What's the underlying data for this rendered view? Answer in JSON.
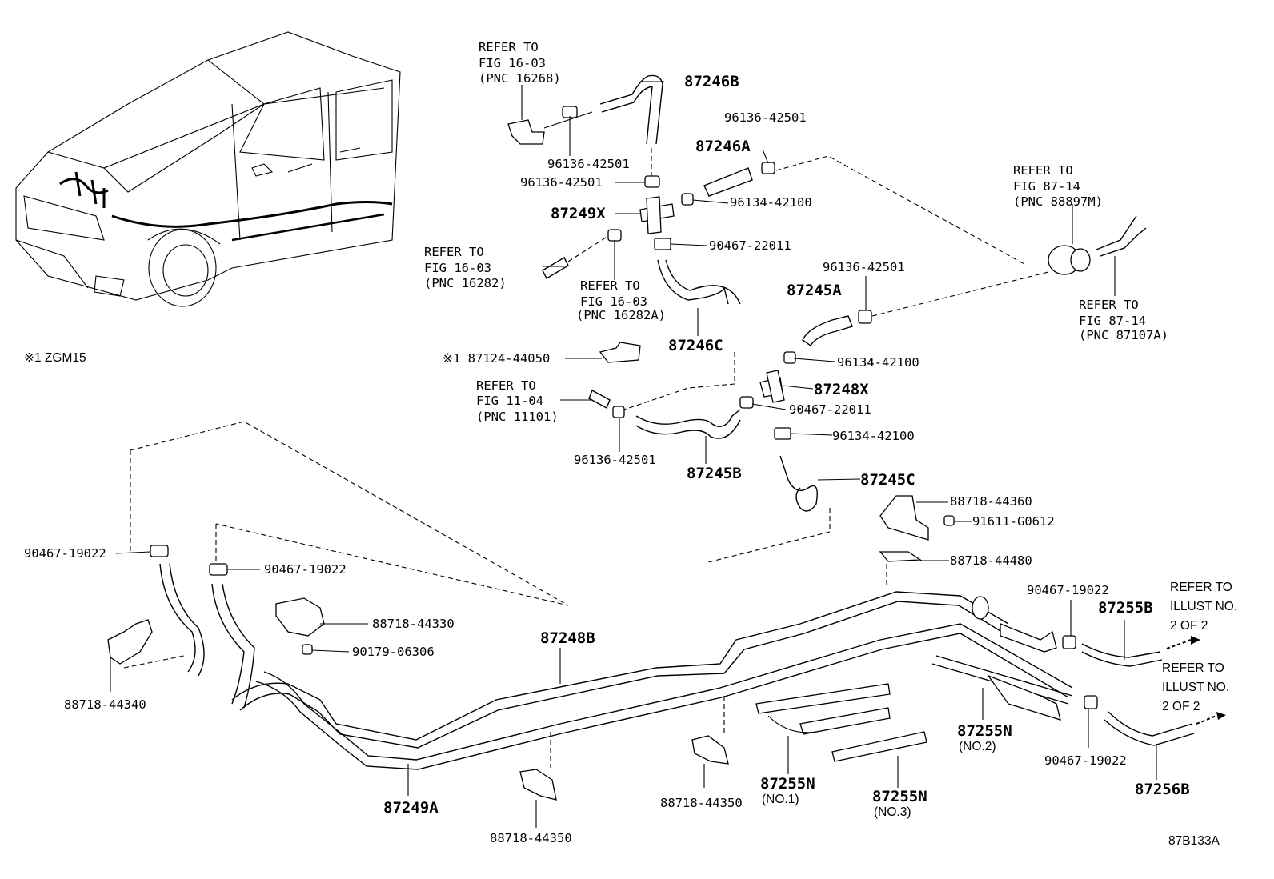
{
  "diagram": {
    "drawing_code": "87B133A",
    "model_note": "※1 ZGM15",
    "labels": {
      "refer_16_03_a": [
        "REFER TO",
        "FIG 16-03",
        "(PNC 16268)"
      ],
      "p87246B": "87246B",
      "c96136_a": "96136-42501",
      "c96136_b": "96136-42501",
      "c96136_top": "96136-42501",
      "p87246A": "87246A",
      "c96134_a": "96134-42100",
      "p87249X": "87249X",
      "c90467_22011_a": "90467-22011",
      "refer_16_03_b": [
        "REFER TO",
        "FIG 16-03",
        "(PNC 16282)"
      ],
      "refer_16_03_c": [
        "REFER TO",
        "FIG 16-03",
        "(PNC 16282A)"
      ],
      "p87246C": "87246C",
      "c96136_c": "96136-42501",
      "p87245A": "87245A",
      "c96134_b": "96134-42100",
      "p87248X": "87248X",
      "c90467_22011_b": "90467-22011",
      "c96134_c": "96134-42100",
      "p87245C": "87245C",
      "c87124": "※1 87124-44050",
      "refer_11_04": [
        "REFER TO",
        "FIG 11-04",
        "(PNC 11101)"
      ],
      "c96136_d": "96136-42501",
      "p87245B": "87245B",
      "refer_87_14_a": [
        "REFER TO",
        "FIG 87-14",
        "(PNC 88897M)"
      ],
      "refer_87_14_b": [
        "REFER TO",
        "FIG 87-14",
        "(PNC 87107A)"
      ],
      "c88718_44360": "88718-44360",
      "c91611": "91611-G0612",
      "c88718_44480": "88718-44480",
      "c90467_19022_a": "90467-19022",
      "c90467_19022_b": "90467-19022",
      "c90467_19022_c": "90467-19022",
      "c90467_19022_d": "90467-19022",
      "c88718_44330": "88718-44330",
      "c90179": "90179-06306",
      "p87248B": "87248B",
      "c88718_44340": "88718-44340",
      "p87249A": "87249A",
      "c88718_44350_a": "88718-44350",
      "c88718_44350_b": "88718-44350",
      "p87255N_1": [
        "87255N",
        "(NO.1)"
      ],
      "p87255N_2": [
        "87255N",
        "(NO.2)"
      ],
      "p87255N_3": [
        "87255N",
        "(NO.3)"
      ],
      "p87255B": "87255B",
      "p87256B": "87256B",
      "refer_illust_a": [
        "REFER TO",
        "ILLUST NO.",
        "2 OF 2"
      ],
      "refer_illust_b": [
        "REFER TO",
        "ILLUST NO.",
        "2 OF 2"
      ]
    }
  }
}
